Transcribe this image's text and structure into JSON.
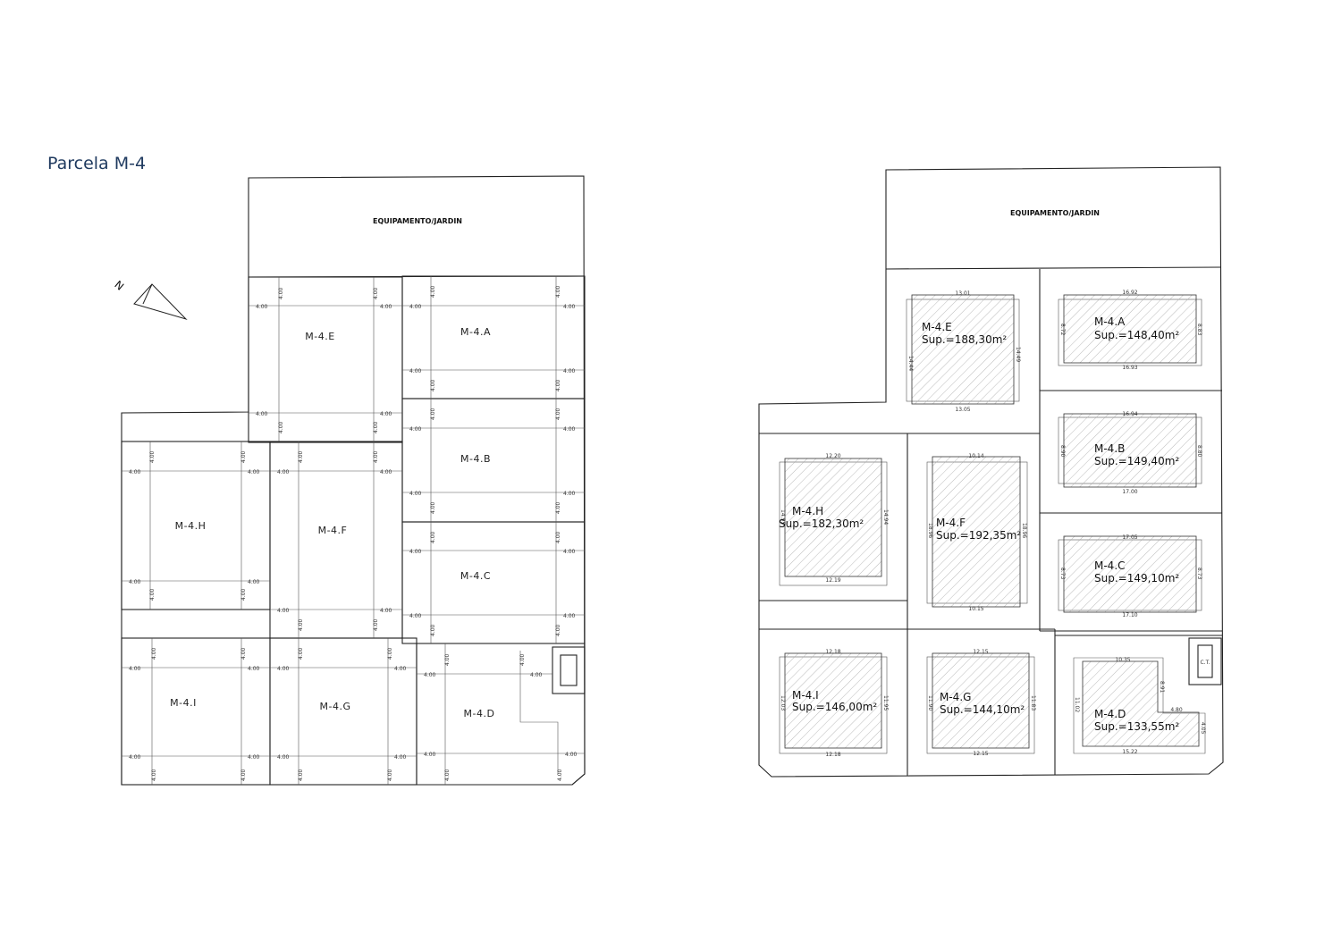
{
  "title": "Parcela M-4",
  "north_label": "N",
  "garden_label": "EQUIPAMENTO/JARDIN",
  "setback": "4.00",
  "ct_label": "C.T.",
  "lots_left": [
    {
      "id": "a",
      "label": "M-4.A"
    },
    {
      "id": "b",
      "label": "M-4.B"
    },
    {
      "id": "c",
      "label": "M-4.C"
    },
    {
      "id": "d",
      "label": "M-4.D"
    },
    {
      "id": "e",
      "label": "M-4.E"
    },
    {
      "id": "f",
      "label": "M-4.F"
    },
    {
      "id": "g",
      "label": "M-4.G"
    },
    {
      "id": "h",
      "label": "M-4.H"
    },
    {
      "id": "i",
      "label": "M-4.I"
    }
  ],
  "lots_right": [
    {
      "id": "a",
      "label": "M-4.A",
      "area": "Sup.=148,40m²",
      "dims": [
        "16.92",
        "16.93",
        "8.72",
        "8.83"
      ]
    },
    {
      "id": "b",
      "label": "M-4.B",
      "area": "Sup.=149,40m²",
      "dims": [
        "16.94",
        "17.00",
        "8.90",
        "8.80"
      ]
    },
    {
      "id": "c",
      "label": "M-4.C",
      "area": "Sup.=149,10m²",
      "dims": [
        "17.05",
        "17.10",
        "8.73",
        "8.73"
      ]
    },
    {
      "id": "d",
      "label": "M-4.D",
      "area": "Sup.=133,55m²",
      "dims": [
        "10.35",
        "15.22",
        "11.02",
        "4.80",
        "8.91",
        "4.05"
      ]
    },
    {
      "id": "e",
      "label": "M-4.E",
      "area": "Sup.=188,30m²",
      "dims": [
        "13.01",
        "13.05",
        "14.44",
        "14.49"
      ]
    },
    {
      "id": "f",
      "label": "M-4.F",
      "area": "Sup.=192,35m²",
      "dims": [
        "10.14",
        "10.15",
        "18.96",
        "18.96"
      ]
    },
    {
      "id": "g",
      "label": "M-4.G",
      "area": "Sup.=144,10m²",
      "dims": [
        "12.15",
        "12.15",
        "11.90",
        "11.83"
      ]
    },
    {
      "id": "h",
      "label": "M-4.H",
      "area": "Sup.=182,30m²",
      "dims": [
        "12.20",
        "12.19",
        "14.95",
        "14.94"
      ]
    },
    {
      "id": "i",
      "label": "M-4.I",
      "area": "Sup.=146,00m²",
      "dims": [
        "12.18",
        "12.18",
        "12.03",
        "11.95"
      ]
    }
  ]
}
